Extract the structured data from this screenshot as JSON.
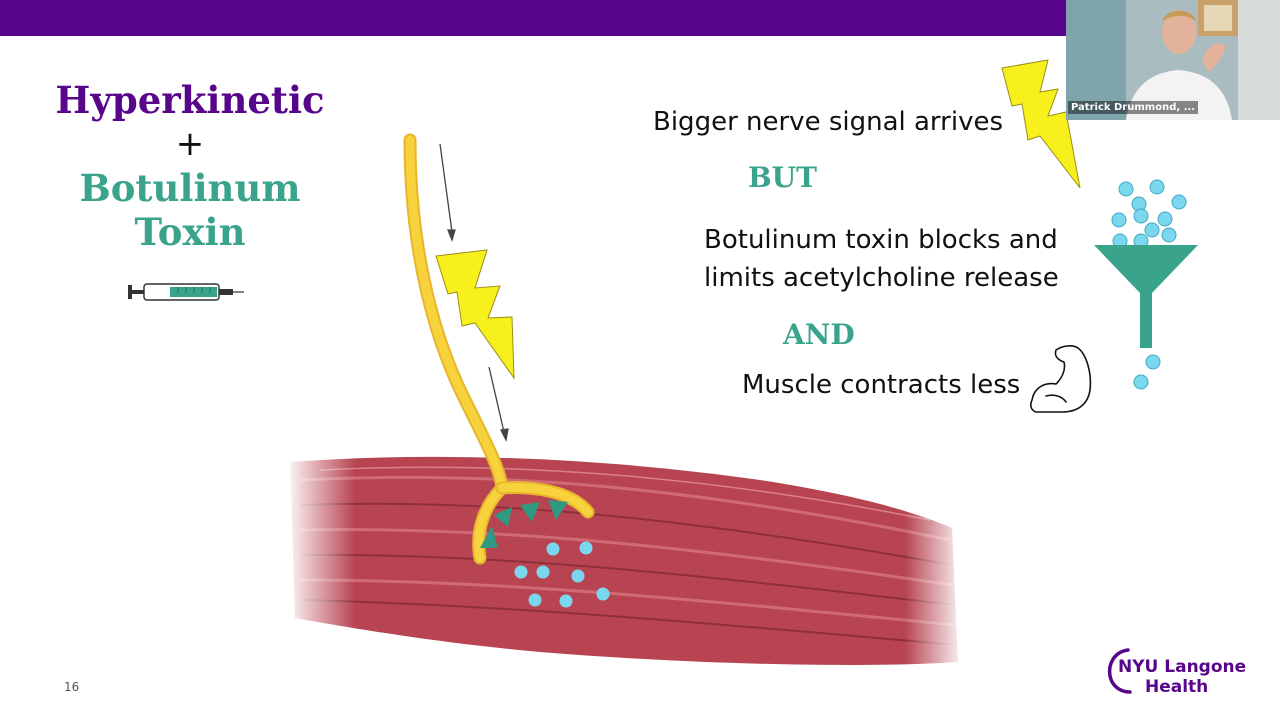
{
  "slide": {
    "title_line1": "Hyperkinetic",
    "title_plus": "+",
    "title_line2": "Botulinum",
    "title_line3": "Toxin",
    "text_signal": "Bigger nerve signal arrives",
    "kw_but": "BUT",
    "text_toxin_line1": "Botulinum toxin blocks and",
    "text_toxin_line2": "limits acetylcholine release",
    "kw_and": "AND",
    "text_muscle": "Muscle contracts less",
    "slide_number": "16"
  },
  "video": {
    "participant_name": "Patrick Drummond, ..."
  },
  "logo": {
    "line1": "NYU Langone",
    "line2": "Health"
  },
  "colors": {
    "brand_purple": "#57068c",
    "accent_green": "#3aa38b",
    "nerve_yellow": "#f7d23c",
    "bolt_yellow": "#f7f01c",
    "droplet_blue": "#7ad8ee",
    "muscle_red": "#b84452"
  },
  "icons": [
    "syringe-icon",
    "lightning-bolt-icon",
    "funnel-icon",
    "flexed-arm-icon",
    "camera-feed"
  ]
}
